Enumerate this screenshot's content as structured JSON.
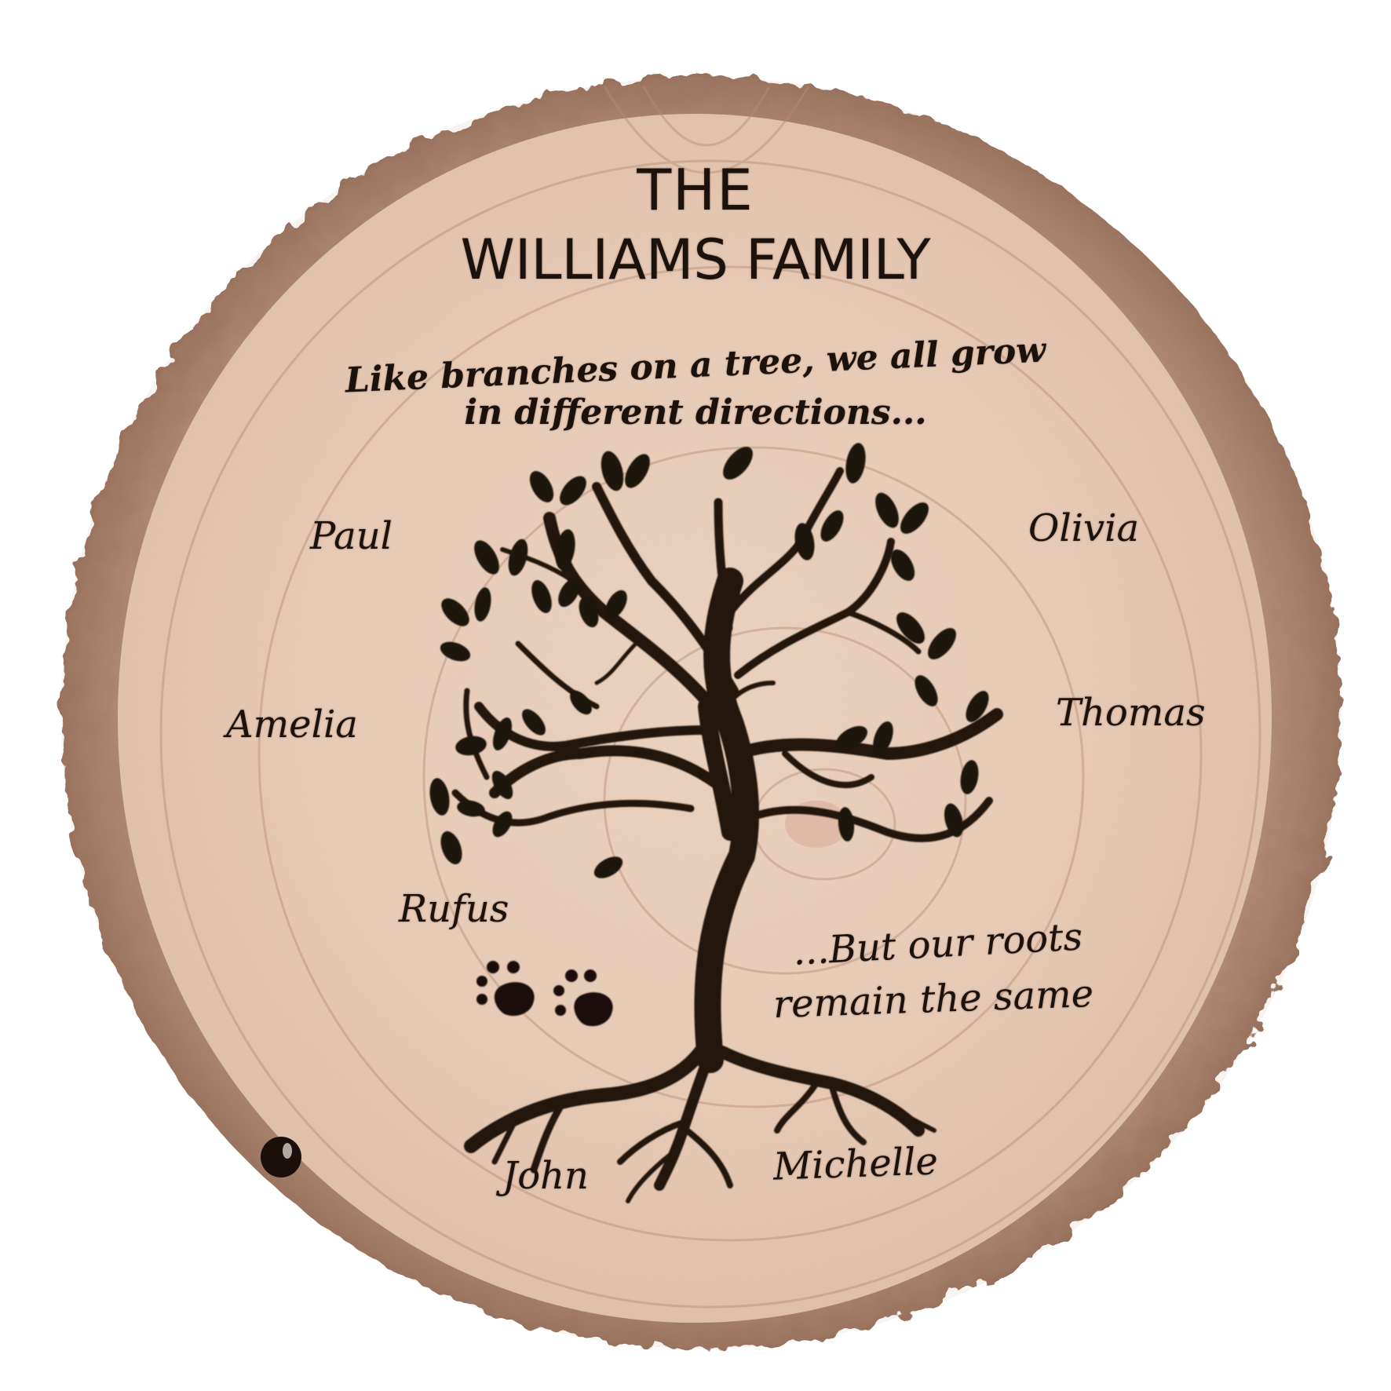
{
  "plaque": {
    "title_line1": "THE",
    "title_line2": "WILLIAMS FAMILY",
    "quote_line1": "Like branches on a tree, we all grow",
    "quote_line2": "in different directions...",
    "quote_end_line1": "...But our roots",
    "quote_end_line2": "remain the same"
  },
  "names": {
    "top_left": "Paul",
    "top_right": "Olivia",
    "middle_left": "Amelia",
    "middle_right": "Thomas",
    "pet": "Rufus",
    "bottom_left": "John",
    "bottom_right": "Michelle"
  },
  "decorations": {
    "tree_icon": "family-tree-with-roots",
    "paw_prints_count": 2,
    "hanging_hook": "metal-screw-hook"
  },
  "colors": {
    "background": "#ffffff",
    "bark": "#a9826d",
    "bark_dark": "#5e3f2e",
    "wood": "#ecd3bf",
    "wood_light": "#f3e1d1",
    "ring": "#b98c74",
    "ink": "#1c120c"
  }
}
